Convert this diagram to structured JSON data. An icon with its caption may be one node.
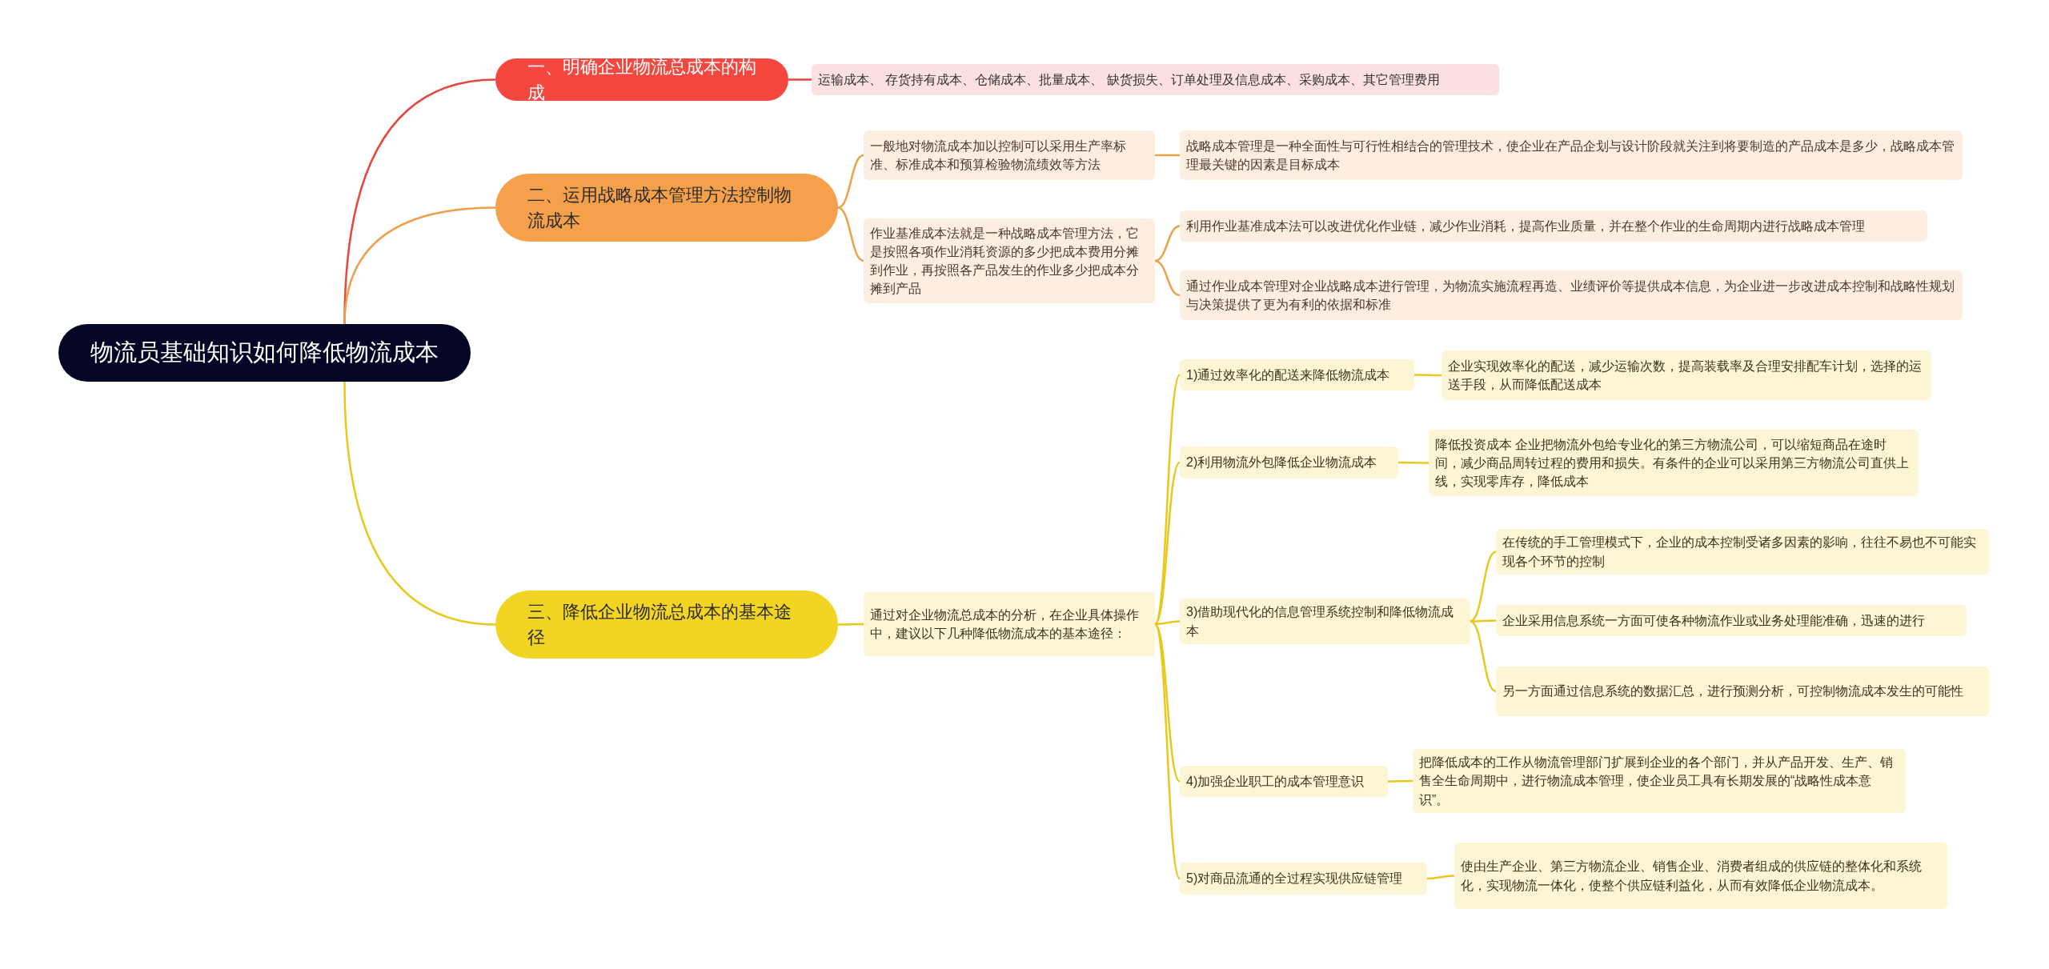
{
  "diagram": {
    "nodes": [
      {
        "text": [
          "物流员基础知识如何降低物流成本"
        ]
      },
      {
        "text": [
          "一、明确企业物流总成本的构成"
        ]
      },
      {
        "text": [
          "运输成本、 存货持有成本、仓储成本、批量成本、 缺货损失、订单处理及信息成本、采购成本、其它管理费用"
        ]
      },
      {
        "text": [
          "二、运用战略成本管理方法控制物流成本"
        ]
      },
      {
        "text": [
          "一般地对物流成本加以控制可以采用生产率标准、标准成本和预算检验物流绩效等方法"
        ]
      },
      {
        "text": [
          "战略成本管理是一种全面性与可行性相结合的管理技术，使企业在产品企划与设计阶段就关注到将要制造的产品成本是多少，战略成本管理最关键的因素是目标成本"
        ]
      },
      {
        "text": [
          "作业基准成本法就是一种战略成本管理方法，它是按照各项作业消耗资源的多少把成本费用分摊到作业，再按照各产品发生的作业多少把成本分摊到产品"
        ]
      },
      {
        "text": [
          "利用作业基准成本法可以改进优化作业链，减少作业消耗，提高作业质量，并在整个作业的生命周期内进行战略成本管理"
        ]
      },
      {
        "text": [
          "通过作业成本管理对企业战略成本进行管理，为物流实施流程再造、业绩评价等提供成本信息，为企业进一步改进成本控制和战略性规划与决策提供了更为有利的依据和标准"
        ]
      },
      {
        "text": [
          "三、降低企业物流总成本的基本途径"
        ]
      },
      {
        "text": [
          "通过对企业物流总成本的分析，在企业具体操作中，建议以下几种降低物流成本的基本途径："
        ]
      },
      {
        "text": [
          "1)通过效率化的配送来降低物流成本"
        ]
      },
      {
        "text": [
          "企业实现效率化的配送，减少运输次数，提高装载率及合理安排配车计划，选择的运送手段，从而降低配送成本"
        ]
      },
      {
        "text": [
          "2)利用物流外包降低企业物流成本"
        ]
      },
      {
        "text": [
          "降低投资成本 企业把物流外包给专业化的第三方物流公司，可以缩短商品在途时间，减少商品周转过程的费用和损失。有条件的企业可以采用第三方物流公司直供上线，实现零库存，降低成本"
        ]
      },
      {
        "text": [
          "3)借助现代化的信息管理系统控制和降低物流成本"
        ]
      },
      {
        "text": [
          "在传统的手工管理模式下，企业的成本控制受诸多因素的影响，往往不易也不可能实现各个环节的控制"
        ]
      },
      {
        "text": [
          "企业采用信息系统一方面可使各种物流作业或业务处理能准确，迅速的进行"
        ]
      },
      {
        "text": [
          "另一方面通过信息系统的数据汇总，进行预测分析，可控制物流成本发生的可能性"
        ]
      },
      {
        "text": [
          "4)加强企业职工的成本管理意识"
        ]
      },
      {
        "text": [
          "把降低成本的工作从物流管理部门扩展到企业的各个部门，并从产品开发、生产、销售全生命周期中，进行物流成本管理，使企业员工具有长期发展的“战略性成本意识”。"
        ]
      },
      {
        "text": [
          "5)对商品流通的全过程实现供应链管理"
        ]
      },
      {
        "text": [
          "使由生产企业、第三方物流企业、销售企业、消费者组成的供应链的整体化和系统化，实现物流一体化，使整个供应链利益化，从而有效降低企业物流成本。"
        ]
      }
    ],
    "edges": [
      {
        "from": 0,
        "to": 1,
        "arrow": "none",
        "color": "#e5473c"
      },
      {
        "from": 1,
        "to": 2,
        "arrow": "none",
        "color": "#e5473c"
      },
      {
        "from": 0,
        "to": 3,
        "arrow": "none",
        "color": "#ee9f4a"
      },
      {
        "from": 3,
        "to": 4,
        "arrow": "none",
        "color": "#ee9f4a"
      },
      {
        "from": 3,
        "to": 6,
        "arrow": "none",
        "color": "#ee9f4a"
      },
      {
        "from": 4,
        "to": 5,
        "arrow": "none",
        "color": "#ee9f4a"
      },
      {
        "from": 6,
        "to": 7,
        "arrow": "none",
        "color": "#ee9f4a"
      },
      {
        "from": 6,
        "to": 8,
        "arrow": "none",
        "color": "#ee9f4a"
      },
      {
        "from": 0,
        "to": 9,
        "arrow": "none"
      },
      {
        "from": 9,
        "to": 10,
        "arrow": "none"
      },
      {
        "from": 10,
        "to": 11,
        "arrow": "none"
      },
      {
        "from": 10,
        "to": 13,
        "arrow": "none"
      },
      {
        "from": 10,
        "to": 15,
        "arrow": "none"
      },
      {
        "from": 10,
        "to": 19,
        "arrow": "none"
      },
      {
        "from": 10,
        "to": 21,
        "arrow": "none"
      },
      {
        "from": 11,
        "to": 12,
        "arrow": "none"
      },
      {
        "from": 13,
        "to": 14,
        "arrow": "none"
      },
      {
        "from": 15,
        "to": 16,
        "arrow": "none"
      },
      {
        "from": 15,
        "to": 17,
        "arrow": "none"
      },
      {
        "from": 15,
        "to": 18,
        "arrow": "none"
      },
      {
        "from": 19,
        "to": 20,
        "arrow": "none"
      },
      {
        "from": 21,
        "to": 22,
        "arrow": "none"
      }
    ]
  }
}
